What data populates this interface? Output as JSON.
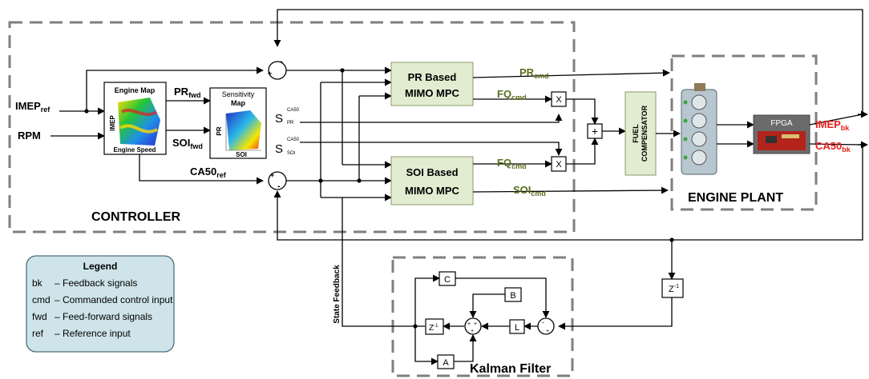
{
  "controller_label": "CONTROLLER",
  "engine_plant_label": "ENGINE PLANT",
  "kalman_label": "Kalman Filter",
  "inputs": {
    "imep_ref": {
      "main": "IMEP",
      "sub": "ref"
    },
    "rpm": "RPM",
    "ca50_ref": {
      "main": "CA50",
      "sub": "ref"
    }
  },
  "engine_map": {
    "title": "Engine Map",
    "ylabel": "IMEP",
    "xlabel": "Engine Speed"
  },
  "sensitivity_map": {
    "title_line1": "Sensitivity",
    "title_line2": "Map",
    "ylabel": "PR",
    "xlabel": "SOI"
  },
  "feedforward": {
    "pr_fwd": {
      "main": "PR",
      "sub": "fwd"
    },
    "soi_fwd": {
      "main": "SOI",
      "sub": "fwd"
    }
  },
  "sensitivities": {
    "s_pr": {
      "main": "S",
      "sup": "CA50",
      "sub": "PR"
    },
    "s_soi": {
      "main": "S",
      "sup": "CA50",
      "sub": "SOI"
    }
  },
  "mpc_pr": {
    "line1": "PR Based",
    "line2": "MIMO MPC"
  },
  "mpc_soi": {
    "line1": "SOI Based",
    "line2": "MIMO MPC"
  },
  "commands": {
    "pr_cmd": {
      "main": "PR",
      "sub": "cmd"
    },
    "fq_cmd_top": {
      "main": "FQ",
      "sub": "cmd"
    },
    "fq_cmd_bottom": {
      "main": "FQ",
      "sub": "cmd"
    },
    "soi_cmd": {
      "main": "SOI",
      "sub": "cmd"
    }
  },
  "multiplier_symbol": "X",
  "adder_symbol": "+",
  "fuel_compensator": {
    "line1": "FUEL",
    "line2": "COMPENSATOR"
  },
  "fpga_label": "FPGA",
  "outputs": {
    "imep_bk": {
      "main": "IMEP",
      "sub": "bk"
    },
    "ca50_bk": {
      "main": "CA50",
      "sub": "bk"
    }
  },
  "signs": {
    "plus": "+",
    "minus": "-"
  },
  "state_feedback_label": "State Feedback",
  "delay": {
    "main": "Z",
    "sup": "-1"
  },
  "kalman_blocks": {
    "c": "C",
    "b": "B",
    "l": "L",
    "a": "A"
  },
  "legend": {
    "title": "Legend",
    "items": [
      {
        "abbr": "bk",
        "desc": "– Feedback signals"
      },
      {
        "abbr": "cmd",
        "desc": "– Commanded control input"
      },
      {
        "abbr": "fwd",
        "desc": "– Feed-forward signals"
      },
      {
        "abbr": "ref",
        "desc": "– Reference input"
      }
    ]
  },
  "colors": {
    "command_text": "#5a6e1e",
    "feedback_text": "#e8201c",
    "mpc_fill": "#e2ecd0",
    "legend_fill": "#cfe4ea",
    "dash": "#7f7f7f"
  }
}
